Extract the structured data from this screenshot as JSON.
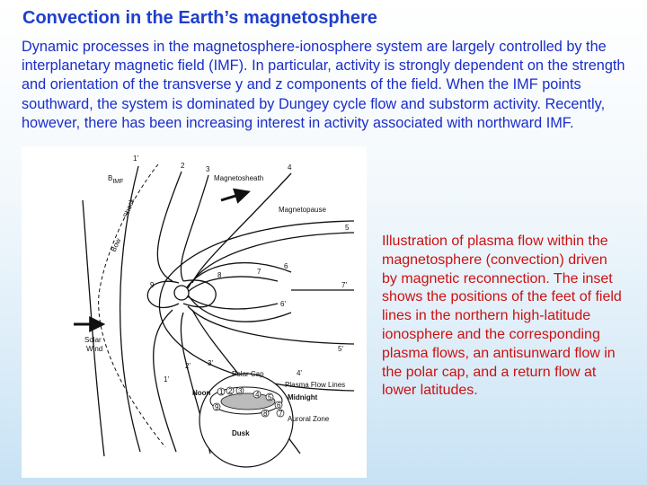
{
  "slide": {
    "title": "Convection in the Earth’s magnetosphere",
    "intro": "Dynamic processes in the magnetosphere-ionosphere system are largely controlled by the interplanetary magnetic field (IMF).  In particular, activity is strongly dependent on the strength and orientation of the transverse y and z components of the field.  When the IMF points southward, the system is dominated by Dungey cycle flow and substorm activity.  Recently, however, there has been increasing interest in activity associated with northward IMF.",
    "caption": "Illustration of plasma flow within the magnetosphere (convection) driven by magnetic reconnection. The inset shows the positions of the feet of field lines in the northern high-latitude ionosphere and the corresponding plasma flows, an antisunward flow in the polar cap, and a return flow at lower latitudes."
  },
  "figure": {
    "b_label": "B",
    "b_sub": "IMF",
    "bow_label": "Bow",
    "shock_label": "Shock",
    "magnetosheath_label": "Magnetosheath",
    "magnetopause_label": "Magnetopause",
    "solar_wind_label_1": "Solar",
    "solar_wind_label_2": "Wind",
    "line_numbers": {
      "n1p_top": "1'",
      "n2": "2",
      "n3": "3",
      "n4": "4",
      "n5": "5",
      "n6": "6",
      "n7": "7",
      "n7p": "7'",
      "n8": "8",
      "n9": "9",
      "n6p": "6'",
      "n5p": "5'",
      "n4p": "4'",
      "n3p": "3'",
      "n2p": "2'",
      "n1p_bottom": "1'"
    },
    "inset": {
      "polar_cap_label": "Polar Cap",
      "plasma_flow_lines_label": "Plasma Flow Lines",
      "noon_label": "Noon",
      "midnight_label": "Midnight",
      "auroral_zone_label": "Auroral Zone",
      "dusk_label": "Dusk",
      "foot_labels": [
        "1",
        "2",
        "3",
        "4",
        "5",
        "6",
        "7",
        "8",
        "9"
      ]
    }
  }
}
